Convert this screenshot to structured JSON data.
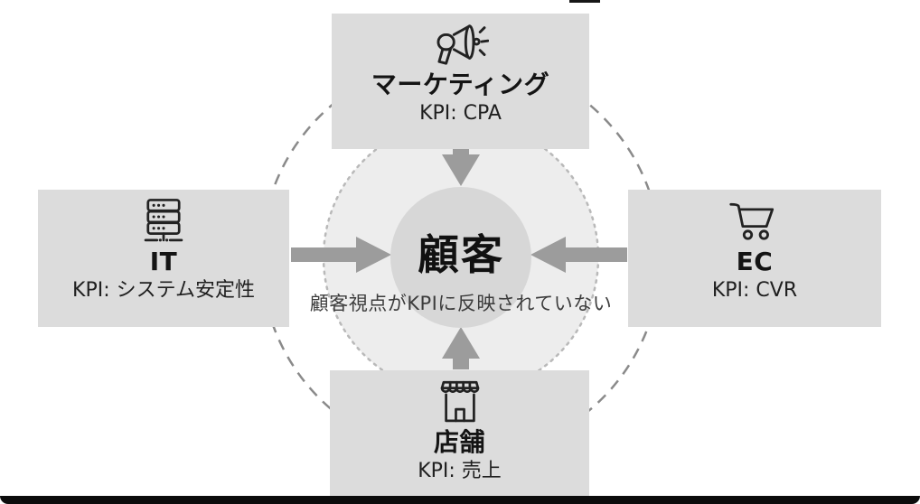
{
  "diagram": {
    "center": {
      "label": "顧客",
      "caption": "顧客視点がKPIに反映されていない"
    },
    "departments": [
      {
        "name": "マーケティング",
        "kpi": "KPI: CPA",
        "icon": "megaphone-icon",
        "position": "top"
      },
      {
        "name": "IT",
        "kpi": "KPI: システム安定性",
        "icon": "server-icon",
        "position": "left"
      },
      {
        "name": "EC",
        "kpi": "KPI: CVR",
        "icon": "cart-icon",
        "position": "right"
      },
      {
        "name": "店舗",
        "kpi": "KPI: 売上",
        "icon": "storefront-icon",
        "position": "bottom"
      }
    ],
    "colors": {
      "box_fill": "#dcdcdc",
      "inner_circle_fill": "#d7d7d7",
      "halo_disk_fill": "#ededed",
      "arrow": "#9c9c9c",
      "dashed_ring_stroke": "#8a8a8a",
      "dotted_ring_stroke": "#b9b9b9",
      "title_text": "#141414",
      "caption_text": "#3c3c3c",
      "icon_stroke": "#222222",
      "frame_bar": "#0c0c0c"
    }
  }
}
